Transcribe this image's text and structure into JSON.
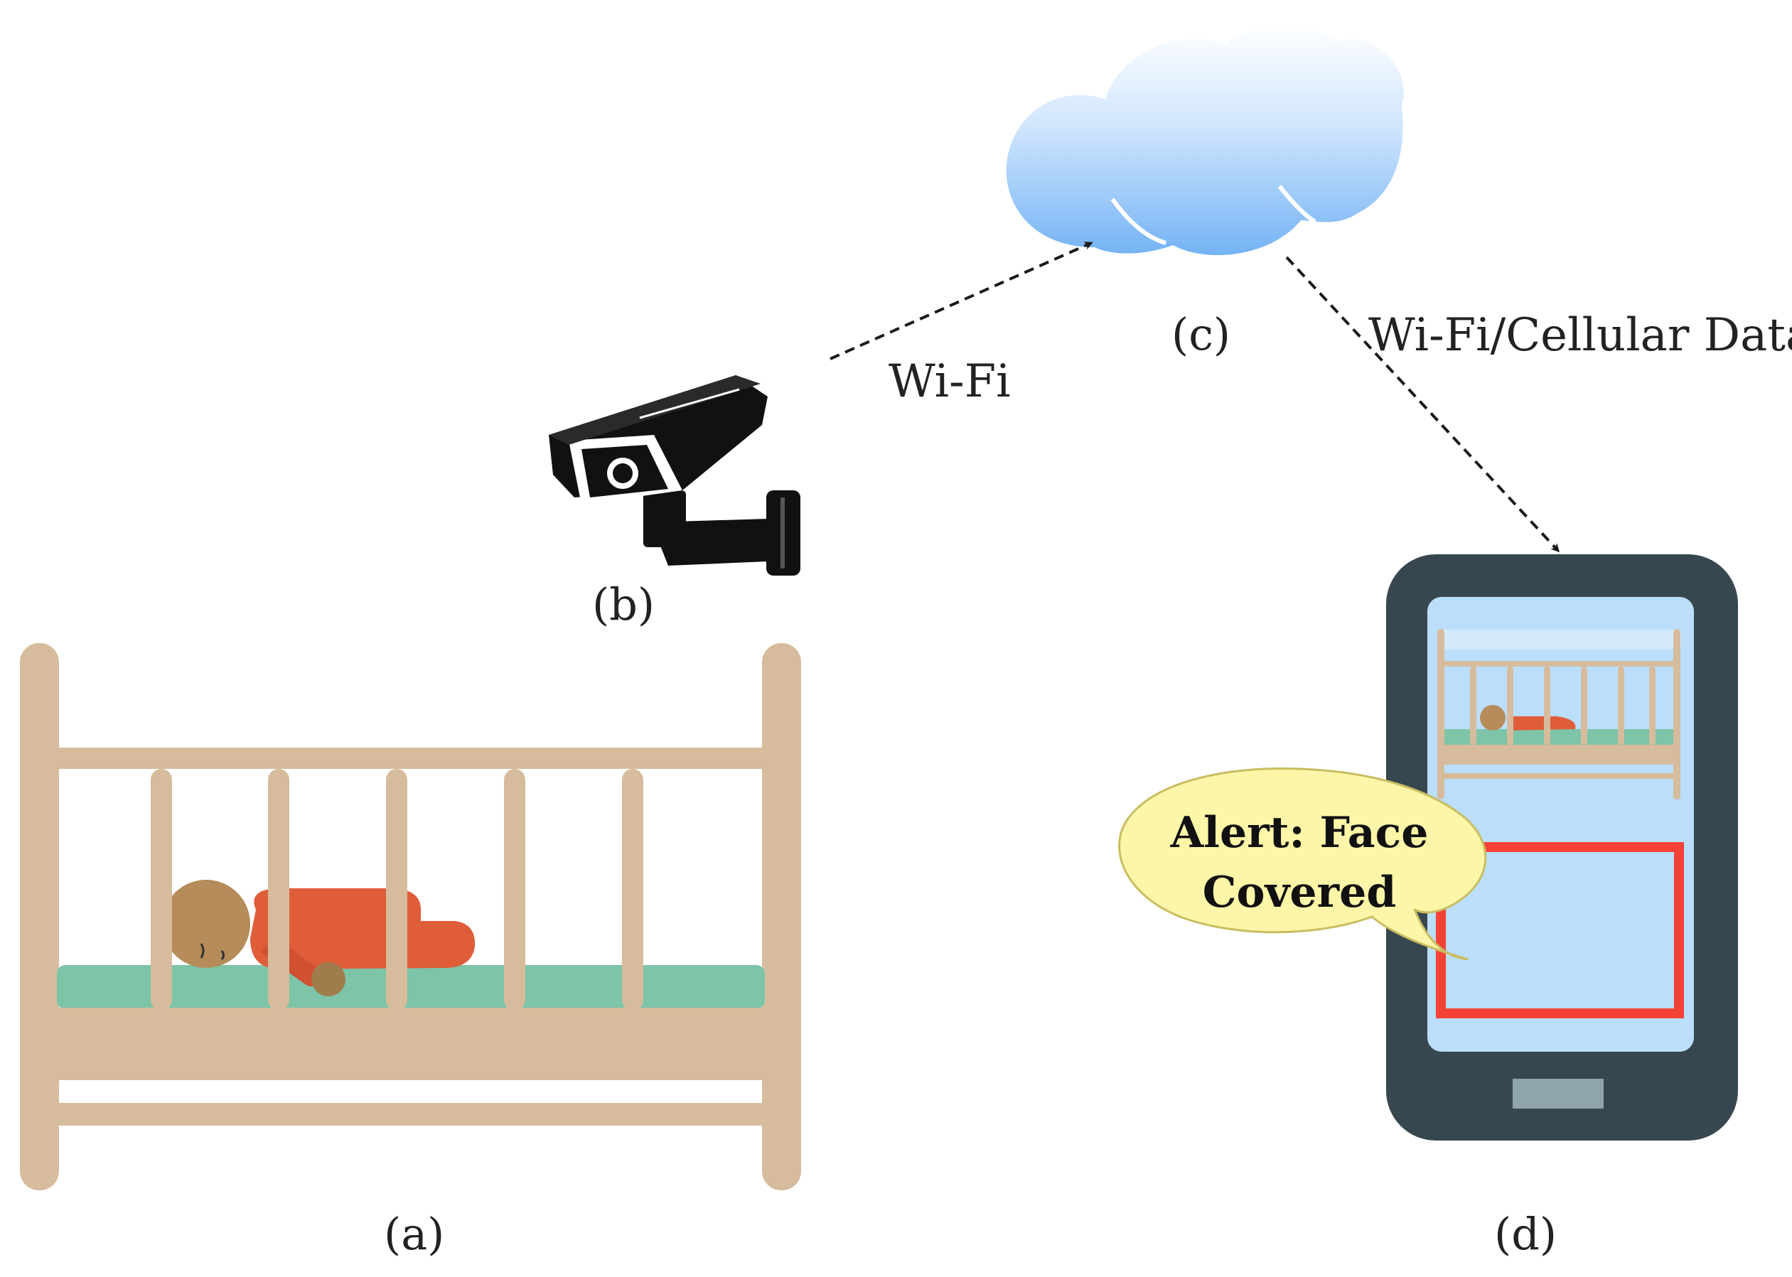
{
  "captions": {
    "crib": "(a)",
    "camera": "(b)",
    "cloud": "(c)",
    "phone": "(d)"
  },
  "links": {
    "camera_to_cloud": "Wi-Fi",
    "cloud_to_phone": "Wi-Fi/Cellular Data"
  },
  "alert": {
    "line1": "Alert: Face",
    "line2": "Covered"
  },
  "icons": [
    "crib-icon",
    "sleeping-baby-icon",
    "security-camera-icon",
    "cloud-icon",
    "smartphone-icon",
    "speech-bubble-icon"
  ],
  "colors": {
    "crib_wood": "#d6bc9c",
    "mattress": "#7dc4a8",
    "baby_skin": "#b58c5a",
    "baby_clothes": "#e05d3a",
    "cloud_top": "#ffffff",
    "cloud_bottom": "#74b3f5",
    "phone_body": "#37474f",
    "phone_screen": "#bbdefb",
    "alert_frame": "#f44336",
    "bubble_fill": "#fdf6a8",
    "arrow": "#1a1a1a"
  }
}
